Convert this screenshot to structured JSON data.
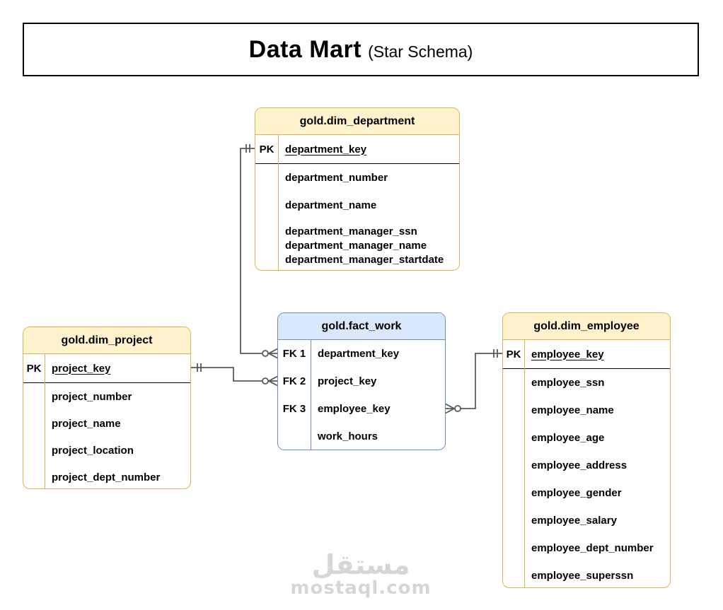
{
  "title": {
    "main": "Data Mart",
    "sub": "(Star Schema)"
  },
  "watermark": {
    "arabic": "مستقل",
    "domain": "mostaql.com"
  },
  "colors": {
    "dimension_header_fill": "#fff2cc",
    "dimension_border": "#d6b656",
    "fact_header_fill": "#dae8fc",
    "fact_border": "#6c8ebf",
    "connector": "#595959",
    "key_divider": "#000000"
  },
  "tables": {
    "dim_department": {
      "title": "gold.dim_department",
      "rows": [
        {
          "key": "PK",
          "field": "department_key"
        },
        {
          "field": "department_number"
        },
        {
          "field": "department_name"
        },
        {
          "field": "department_manager_ssn"
        },
        {
          "field": "department_manager_name"
        },
        {
          "field": "department_manager_startdate"
        }
      ]
    },
    "dim_project": {
      "title": "gold.dim_project",
      "rows": [
        {
          "key": "PK",
          "field": "project_key"
        },
        {
          "field": "project_number"
        },
        {
          "field": "project_name"
        },
        {
          "field": "project_location"
        },
        {
          "field": "project_dept_number"
        }
      ]
    },
    "fact_work": {
      "title": "gold.fact_work",
      "rows": [
        {
          "key": "FK 1",
          "field": "department_key"
        },
        {
          "key": "FK 2",
          "field": "project_key"
        },
        {
          "key": "FK 3",
          "field": "employee_key"
        },
        {
          "field": "work_hours"
        }
      ]
    },
    "dim_employee": {
      "title": "gold.dim_employee",
      "rows": [
        {
          "key": "PK",
          "field": "employee_key"
        },
        {
          "field": "employee_ssn"
        },
        {
          "field": "employee_name"
        },
        {
          "field": "employee_age"
        },
        {
          "field": "employee_address"
        },
        {
          "field": "employee_gender"
        },
        {
          "field": "employee_salary"
        },
        {
          "field": "employee_dept_number"
        },
        {
          "field": "employee_superssn"
        }
      ]
    }
  },
  "relationships": [
    {
      "from_table": "gold.dim_department",
      "from_field": "department_key",
      "from_cardinality": "exactly-one",
      "to_table": "gold.fact_work",
      "to_field": "department_key",
      "to_cardinality": "zero-or-many"
    },
    {
      "from_table": "gold.dim_project",
      "from_field": "project_key",
      "from_cardinality": "exactly-one",
      "to_table": "gold.fact_work",
      "to_field": "project_key",
      "to_cardinality": "zero-or-many"
    },
    {
      "from_table": "gold.dim_employee",
      "from_field": "employee_key",
      "from_cardinality": "exactly-one",
      "to_table": "gold.fact_work",
      "to_field": "employee_key",
      "to_cardinality": "zero-or-many"
    }
  ]
}
